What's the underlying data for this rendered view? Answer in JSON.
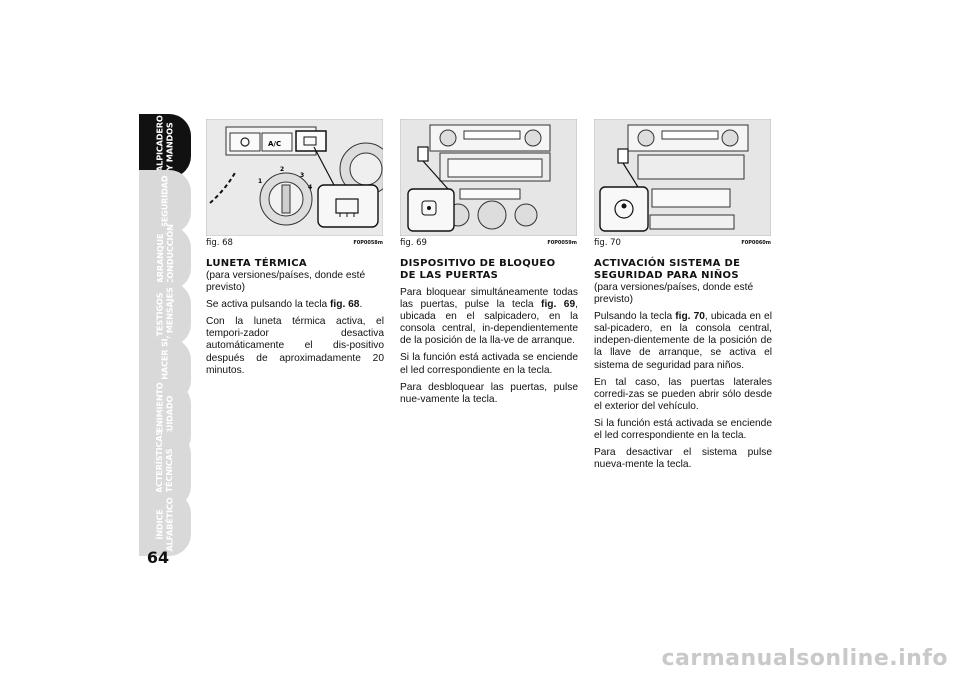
{
  "page_number": "64",
  "tabs": [
    {
      "line1": "SALPICADERO",
      "line2": "Y MANDOS",
      "active": true
    },
    {
      "line1": "SEGURIDAD",
      "line2": "",
      "active": false
    },
    {
      "line1": "ARRANQUE",
      "line2": "Y CONDUCCIÓN",
      "active": false
    },
    {
      "line1": "TESTIGOS",
      "line2": "Y MENSAJES",
      "active": false
    },
    {
      "line1": "QUÉ HACER SI",
      "line2": "",
      "active": false
    },
    {
      "line1": "MANTENIMIENTO",
      "line2": "Y CUIDADO",
      "active": false
    },
    {
      "line1": "CARACTERÍSTICAS",
      "line2": "TÉCNICAS",
      "active": false
    },
    {
      "line1": "ÍNDICE",
      "line2": "ALFABÉTICO",
      "active": false
    }
  ],
  "figures": [
    {
      "caption": "fig. 68",
      "code": "F0P0058m",
      "ac_label": "A/C"
    },
    {
      "caption": "fig. 69",
      "code": "F0P0059m"
    },
    {
      "caption": "fig. 70",
      "code": "F0P0060m"
    }
  ],
  "sections": [
    {
      "title_line1": "LUNETA TÉRMICA",
      "title_line2": "",
      "note": "(para versiones/países, donde esté previsto)",
      "paragraphs": [
        {
          "pre": "Se activa pulsando la tecla ",
          "bold": "fig. 68",
          "post": "."
        },
        {
          "pre": "Con la luneta térmica activa, el tempori-zador desactiva automáticamente el dis-positivo después de aproximadamente 20 minutos.",
          "bold": "",
          "post": ""
        }
      ]
    },
    {
      "title_line1": "DISPOSITIVO DE BLOQUEO",
      "title_line2": "DE LAS PUERTAS",
      "note": "",
      "paragraphs": [
        {
          "pre": "Para bloquear simultáneamente todas las puertas, pulse la tecla ",
          "bold": "fig. 69",
          "post": ", ubicada en el salpicadero, en la consola central, in-dependientemente de la posición de la lla-ve de arranque."
        },
        {
          "pre": "Si la función está activada se enciende el led correspondiente en la tecla.",
          "bold": "",
          "post": ""
        },
        {
          "pre": "Para desbloquear las puertas, pulse nue-vamente la tecla.",
          "bold": "",
          "post": ""
        }
      ]
    },
    {
      "title_line1": "ACTIVACIÓN SISTEMA DE",
      "title_line2": "SEGURIDAD PARA NIÑOS",
      "note": "(para versiones/países, donde esté previsto)",
      "paragraphs": [
        {
          "pre": "Pulsando la tecla ",
          "bold": "fig. 70",
          "post": ", ubicada en el sal-picadero, en la consola central, indepen-dientemente de la posición de la llave de arranque, se activa el sistema de seguridad para niños."
        },
        {
          "pre": "En tal caso, las puertas laterales corredi-zas se pueden abrir sólo desde el exterior del vehículo.",
          "bold": "",
          "post": ""
        },
        {
          "pre": "Si la función está activada se enciende el led correspondiente en la tecla.",
          "bold": "",
          "post": ""
        },
        {
          "pre": "Para desactivar el sistema pulse nueva-mente la tecla.",
          "bold": "",
          "post": ""
        }
      ]
    }
  ],
  "footer": "carmanualsonline.info"
}
